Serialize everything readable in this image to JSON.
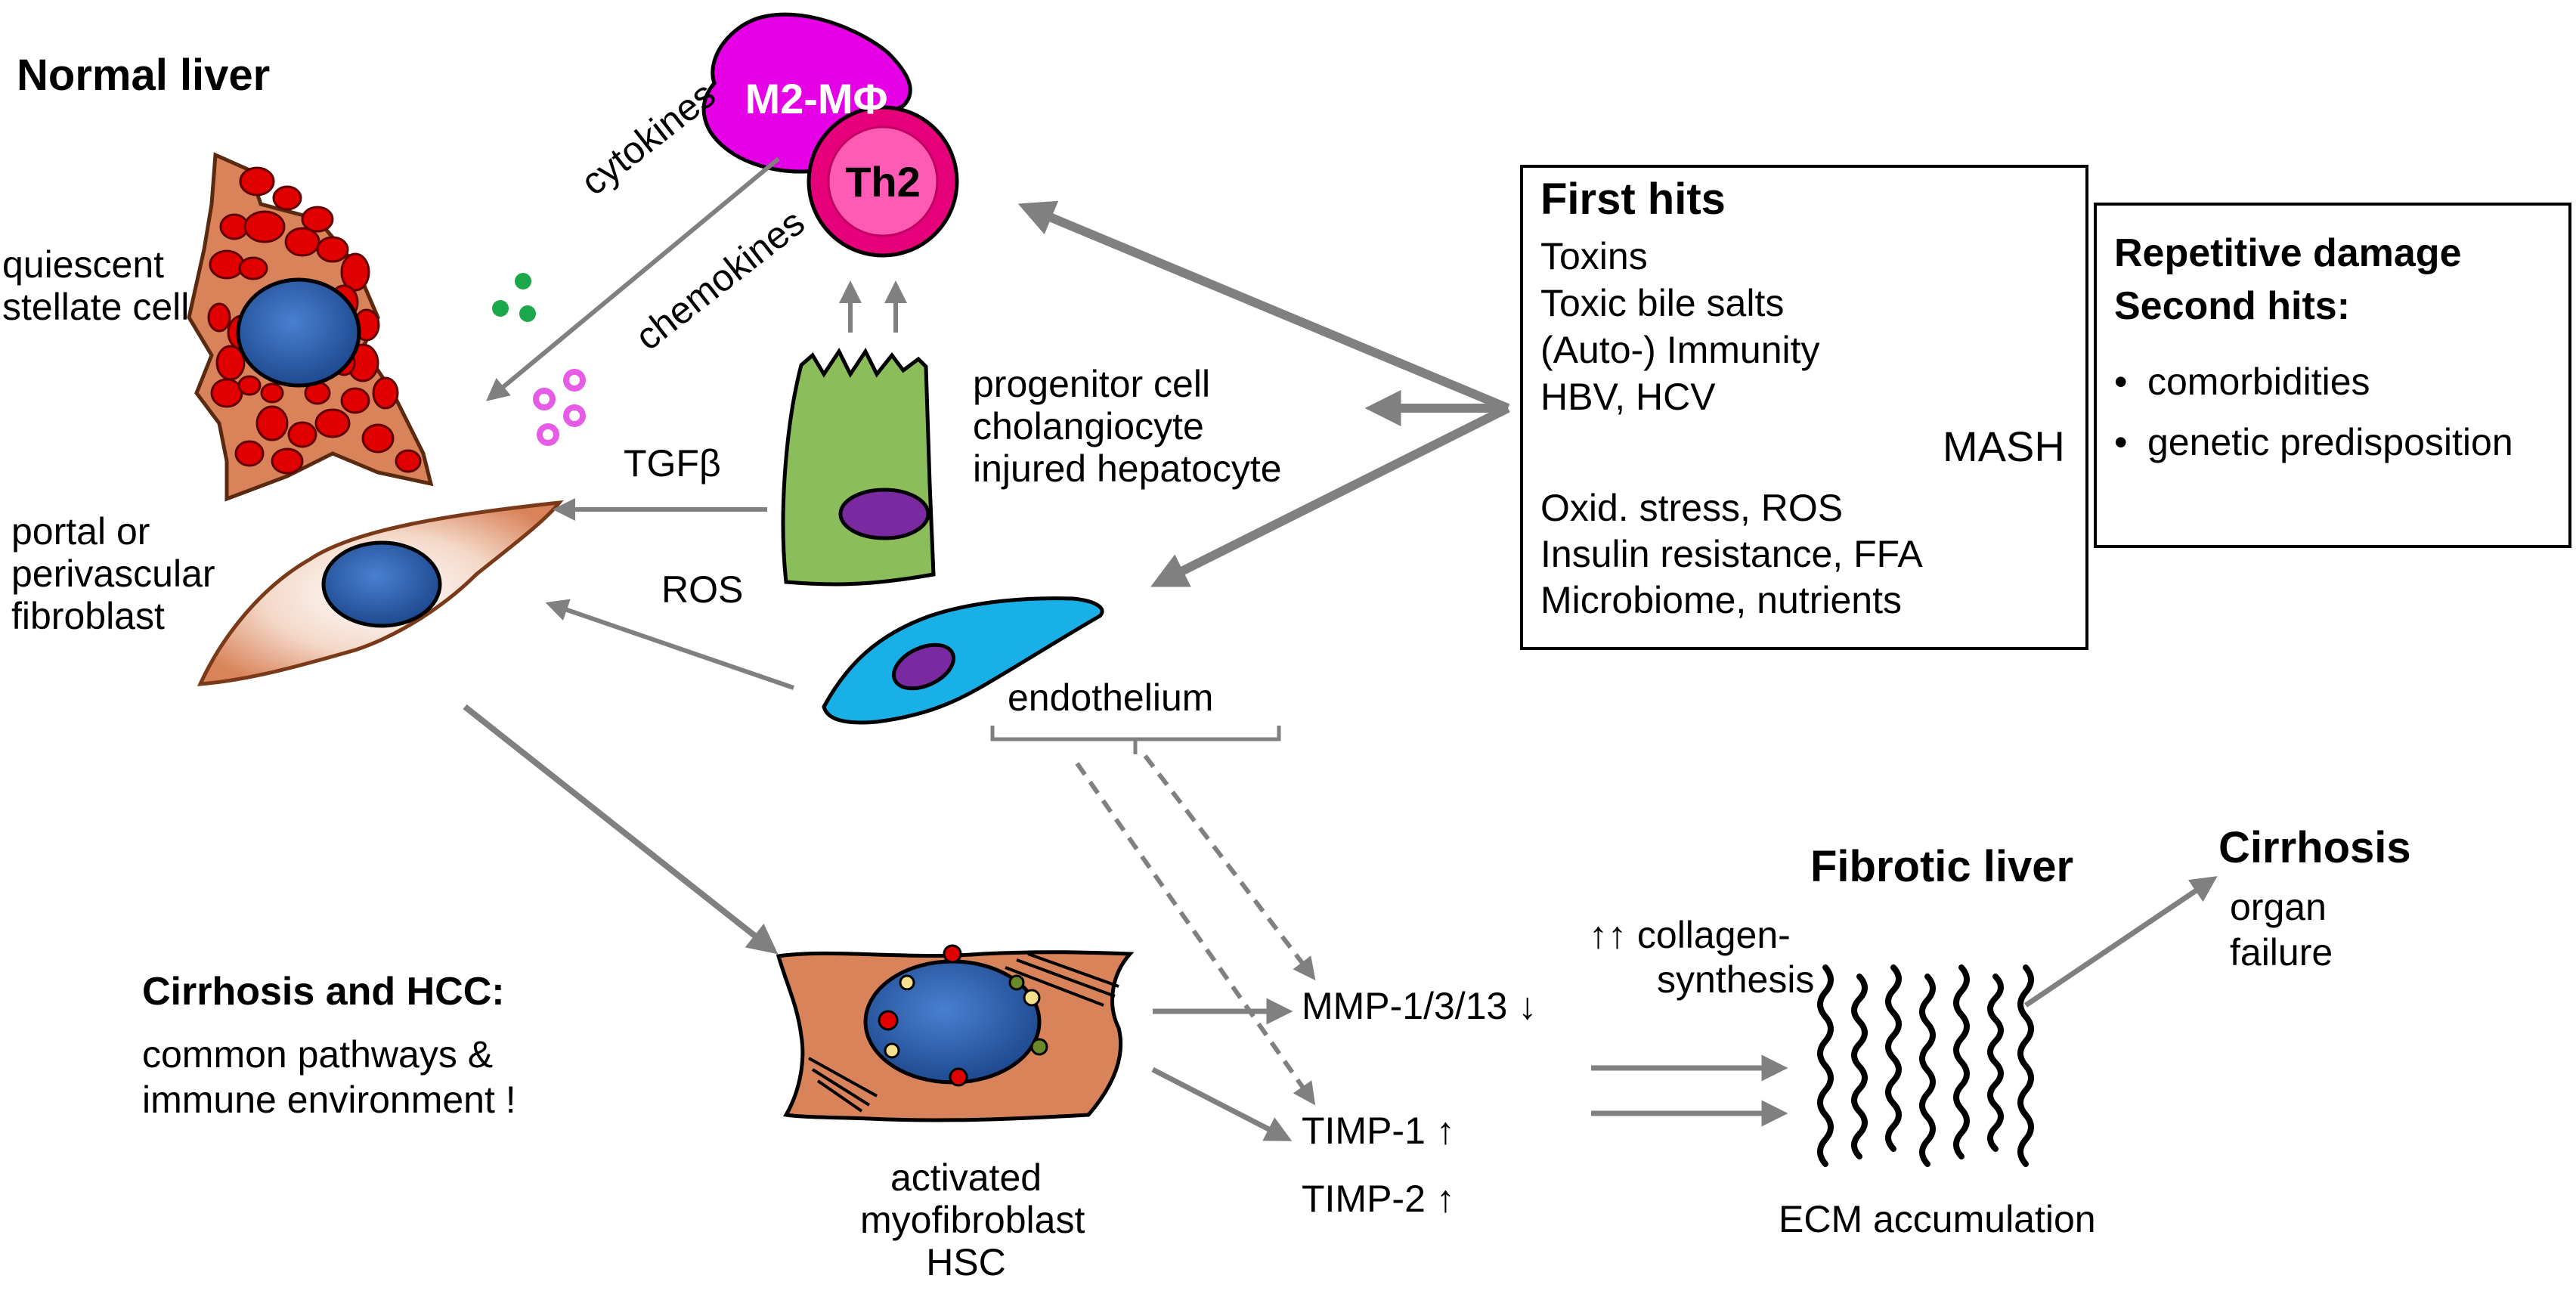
{
  "normal_liver": {
    "title": "Normal liver"
  },
  "cells": {
    "quiescent_stellate": [
      "quiescent",
      "stellate cell"
    ],
    "portal_fibroblast": [
      "portal or",
      "perivascular",
      "fibroblast"
    ],
    "macrophage": "M2-MΦ",
    "th2": "Th2",
    "progenitor": [
      "progenitor cell",
      "cholangiocyte",
      "injured hepatocyte"
    ],
    "endothelium": "endothelium",
    "myofibroblast": [
      "activated",
      "myofibroblast",
      "HSC"
    ]
  },
  "signals": {
    "cytokines": "cytokines",
    "chemokines": "chemokines",
    "tgfb": "TGFβ",
    "ros": "ROS"
  },
  "first_hits": {
    "title": "First hits",
    "items": [
      "Toxins",
      "Toxic bile salts",
      "(Auto-) Immunity",
      "HBV, HCV"
    ],
    "mash_items": [
      "Oxid. stress, ROS",
      "Insulin resistance, FFA",
      "Microbiome, nutrients"
    ],
    "mash_label": "MASH"
  },
  "repetitive": {
    "title": "Repetitive damage",
    "subtitle": "Second hits:",
    "items": [
      "comorbidities",
      "genetic predisposition"
    ]
  },
  "cirrhosis_hcc": {
    "title": "Cirrhosis and HCC:",
    "lines": [
      "common pathways &",
      "immune environment !"
    ]
  },
  "mediators": {
    "mmp": "MMP-1/3/13",
    "mmp_arrow": "↓",
    "timp1": "TIMP-1",
    "timp1_arrow": "↑",
    "timp2": "TIMP-2",
    "timp2_arrow": "↑"
  },
  "collagen": {
    "lines": [
      "↑↑ collagen-",
      "synthesis"
    ]
  },
  "fibrotic": {
    "title": "Fibrotic liver",
    "ecm": "ECM accumulation"
  },
  "cirrhosis": {
    "title": "Cirrhosis",
    "lines": [
      "organ",
      "failure"
    ]
  },
  "colors": {
    "arrow": "#808080",
    "hsc_fill": "#d9835a",
    "hsc_stroke": "#7a3a1a",
    "lipid": "#e00000",
    "nucleus": "#2b5fb0",
    "macrophage": "#e600e6",
    "th2": "#e6007a",
    "progenitor": "#8bbd5a",
    "progenitor_nucleus": "#7a2aa0",
    "endothelium": "#19b0e8",
    "cytokine_dot": "#1aa84a",
    "chemokine_dot": "#e65ce6"
  }
}
